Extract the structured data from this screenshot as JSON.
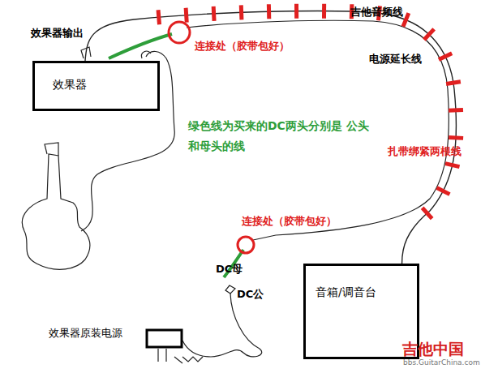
{
  "diagram": {
    "nodes": [
      {
        "text": [
          "效果器"
        ]
      },
      {
        "text": [
          "音箱/调音台"
        ]
      }
    ],
    "edges": [
      {
        "from": 0,
        "to": 1,
        "arrow": "none"
      }
    ],
    "labels": [
      "效果器输出",
      "连接处（胶带包好）",
      "吉他音频线",
      "电源延长线",
      "绿色线为买来的DC两头分别是 公头和母头的线",
      "扎带绑紧两根线",
      "连接处（胶带包好）",
      "DC母",
      "DC公",
      "效果器原装电源",
      "吉他中国",
      "bbs.GuitarChina.com"
    ]
  }
}
